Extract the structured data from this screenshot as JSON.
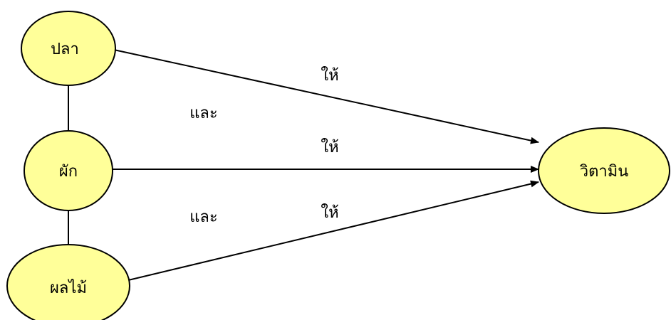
{
  "nodes": {
    "fish": {
      "label": "ปลา"
    },
    "vegetable": {
      "label": "ผัก"
    },
    "fruit": {
      "label": "ผลไม้"
    },
    "vitamin": {
      "label": "วิตามิน"
    }
  },
  "edge_labels": {
    "fish_to_vitamin": "ให้",
    "vegetable_to_vitamin": "ให้",
    "fruit_to_vitamin": "ให้",
    "and_top": "และ",
    "and_bottom": "และ"
  },
  "colors": {
    "node_fill": "#ffff99",
    "stroke": "#000000"
  }
}
